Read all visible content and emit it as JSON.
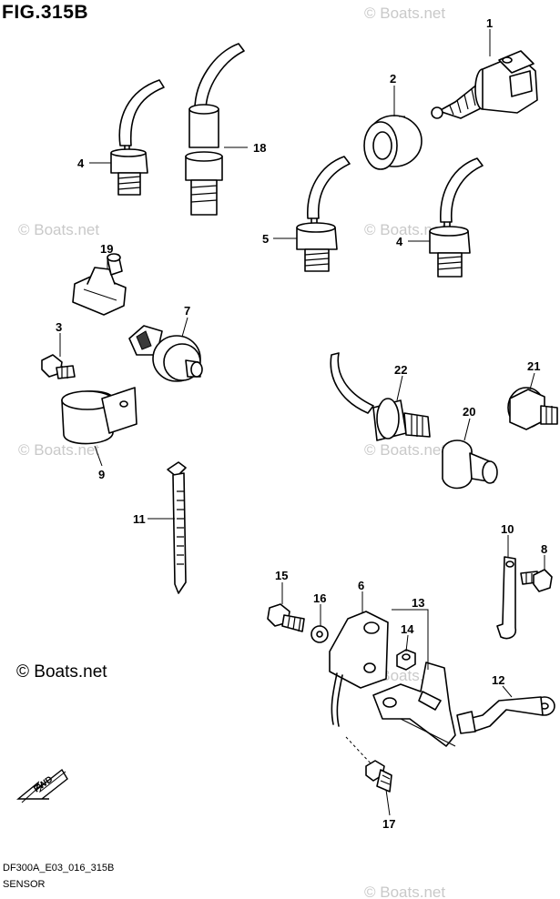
{
  "figure": {
    "title": "FIG.315B",
    "diagram_code": "DF300A_E03_016_315B",
    "section_name": "SENSOR",
    "copyright": "© Boats.net",
    "watermark": "© Boats.net",
    "fwd_label": "FWD"
  },
  "callouts": [
    "1",
    "2",
    "3",
    "4",
    "4",
    "5",
    "6",
    "7",
    "8",
    "9",
    "10",
    "11",
    "12",
    "13",
    "14",
    "15",
    "16",
    "17",
    "18",
    "19",
    "20",
    "21",
    "22"
  ]
}
